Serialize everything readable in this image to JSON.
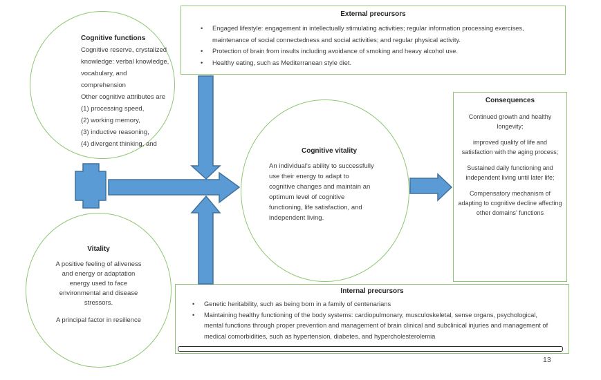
{
  "ui": {
    "bullet_glyph": "•",
    "page_number": "13"
  },
  "colors": {
    "arrow_fill": "#5b9bd5",
    "arrow_border": "#41719c",
    "shape_border_green": "#90c673",
    "text": "#3d3d3d"
  },
  "cognitive_functions": {
    "title": "Cognitive functions",
    "lines": [
      "Cognitive reserve, crystalized",
      "knowledge: verbal knowledge,",
      "vocabulary, and",
      "comprehension",
      "Other cognitive attributes are",
      "(1) processing speed,",
      "(2) working memory,",
      "(3) inductive reasoning,",
      "(4) divergent thinking, and"
    ]
  },
  "external_precursors": {
    "title": "External precursors",
    "bullets": [
      "Engaged lifestyle: engagement in intellectually stimulating activities; regular information processing exercises, maintenance of social connectedness and social activities; and regular physical activity.",
      "Protection of brain from insults including avoidance of smoking and heavy alcohol use.",
      "Healthy eating, such as Mediterranean style diet."
    ]
  },
  "cognitive_vitality": {
    "title": "Cognitive vitality",
    "lines": [
      "An individual's ability to successfully",
      "use their energy to adapt to",
      "cognitive changes and maintain an",
      "optimum level of cognitive",
      "functioning, life satisfaction, and",
      "independent living."
    ]
  },
  "consequences": {
    "title": "Consequences",
    "paragraphs": [
      "Continued growth and healthy longevity;",
      "improved quality of life and satisfaction with the aging process;",
      "Sustained daily functioning and independent living until later life;",
      "Compensatory mechanism of adapting to cognitive decline affecting other domains’ functions"
    ]
  },
  "vitality": {
    "title": "Vitality",
    "lines": [
      "A positive feeling of aliveness",
      "and energy or adaptation",
      "energy used to face",
      "environmental and disease",
      "stressors."
    ],
    "footer": "A principal factor in resilience"
  },
  "internal_precursors": {
    "title": "Internal precursors",
    "bullets": [
      "Genetic heritability, such as being born in a family of centenarians",
      "Maintaining healthy functioning of the body systems: cardiopulmonary, musculoskeletal, sense organs, psychological, mental functions through proper prevention and management of brain clinical and subclinical injuries and management of medical comorbidities, such as hypertension, diabetes, and hypercholesterolemia"
    ]
  }
}
